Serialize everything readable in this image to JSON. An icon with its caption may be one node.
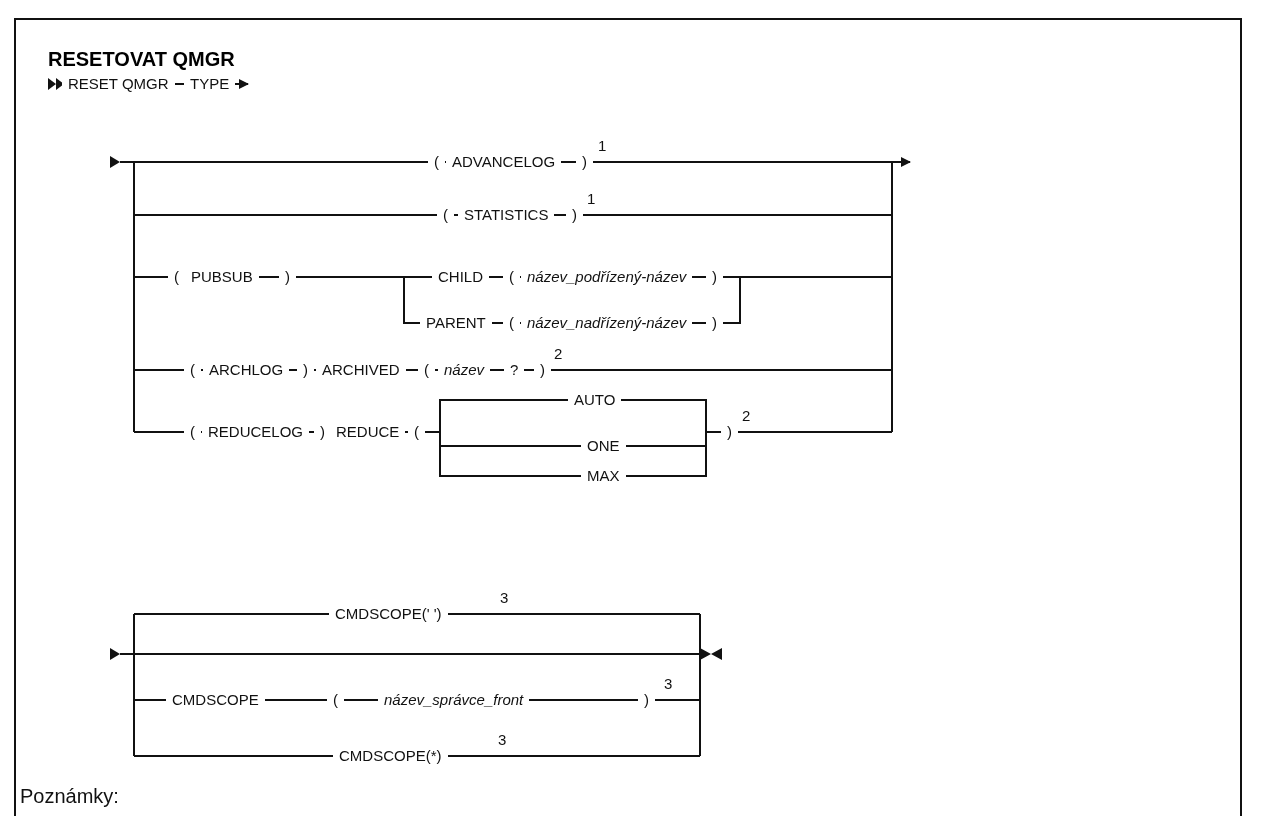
{
  "diagram": {
    "title": "RESETOVAT QMGR",
    "labels": [
      "RESET QMGR",
      "TYPE",
      "(",
      "ADVANCELOG",
      ")",
      "1",
      "(",
      "STATISTICS",
      ")",
      "1",
      "(",
      "PUBSUB",
      ")",
      "CHILD",
      "(",
      "název_podřízený-název",
      ")",
      "PARENT",
      "(",
      "název_nadřízený-název",
      ")",
      "(",
      "ARCHLOG",
      ")",
      "ARCHIVED",
      "(",
      "název",
      "?",
      ")",
      "2",
      "(",
      "REDUCELOG",
      ")",
      "REDUCE",
      "(",
      "AUTO",
      "ONE",
      "MAX",
      ")",
      "2",
      "CMDSCOPE(' ')",
      "3",
      "CMDSCOPE",
      "(",
      "název_správce_front",
      ")",
      "3",
      "CMDSCOPE(*)",
      "3",
      "Poznámky:"
    ]
  }
}
